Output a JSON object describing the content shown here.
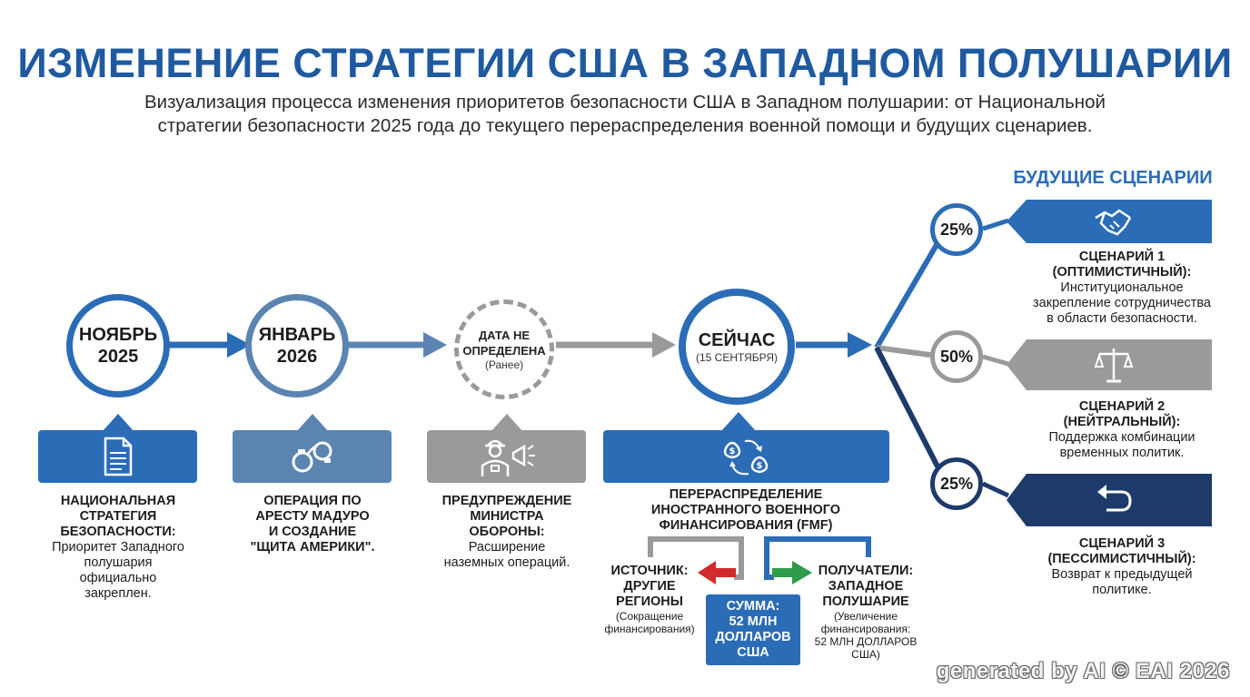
{
  "title": "ИЗМЕНЕНИЕ СТРАТЕГИИ США В ЗАПАДНОМ ПОЛУШАРИИ",
  "subtitle_line1": "Визуализация процесса изменения приоритетов безопасности США в Западном полушарии: от Национальной",
  "subtitle_line2": "стратегии безопасности 2025 года до текущего перераспределения военной помощи и будущих сценариев.",
  "future_heading": "БУДУЩИЕ СЦЕНАРИИ",
  "colors": {
    "blue": "#2b6cb6",
    "steel": "#5b84b1",
    "gray": "#9a9a9a",
    "navy": "#1e3a6b",
    "green": "#2e9b48",
    "red": "#d12b2b"
  },
  "timeline": [
    {
      "line1": "НОЯБРЬ",
      "line2": "2025",
      "icon": "document-icon",
      "desc_bold": [
        "НАЦИОНАЛЬНАЯ",
        "СТРАТЕГИЯ",
        "БЕЗОПАСНОСТИ:"
      ],
      "desc": [
        "Приоритет Западного",
        "полушария",
        "официально",
        "закреплен."
      ]
    },
    {
      "line1": "ЯНВАРЬ",
      "line2": "2026",
      "icon": "handcuffs-icon",
      "desc_bold": [
        "ОПЕРАЦИЯ ПО",
        "АРЕСТУ МАДУРО",
        "И СОЗДАНИЕ",
        "\"ЩИТА АМЕРИКИ\"."
      ],
      "desc": []
    },
    {
      "line1": "ДАТА НЕ",
      "line2": "ОПРЕДЕЛЕНА",
      "line3": "(Ранее)",
      "icon": "soldier-megaphone-icon",
      "desc_bold": [
        "ПРЕДУПРЕЖДЕНИЕ",
        "МИНИСТРА",
        "ОБОРОНЫ:"
      ],
      "desc": [
        "Расширение",
        "наземных операций."
      ]
    },
    {
      "line1": "СЕЙЧАС",
      "line2": "(15 СЕНТЯБРЯ)",
      "icon": "money-transfer-icon",
      "desc_bold": [
        "ПЕРЕРАСПРЕДЕЛЕНИЕ",
        "ИНОСТРАННОГО ВОЕННОГО",
        "ФИНАНСИРОВАНИЯ (FMF)"
      ],
      "desc": []
    }
  ],
  "fmf": {
    "source_bold": [
      "ИСТОЧНИК:",
      "ДРУГИЕ",
      "РЕГИОНЫ"
    ],
    "source_note": [
      "(Сокращение",
      "финансирования)"
    ],
    "sum": [
      "СУММА:",
      "52 МЛН",
      "ДОЛЛАРОВ",
      "США"
    ],
    "recipients_bold": [
      "ПОЛУЧАТЕЛИ:",
      "ЗАПАДНОЕ",
      "ПОЛУШАРИЕ"
    ],
    "recipients_note": [
      "(Увеличение",
      "финансирования:",
      "52 МЛН ДОЛЛАРОВ",
      "США)"
    ]
  },
  "scenarios": [
    {
      "percent": "25%",
      "icon": "handshake-icon",
      "title": [
        "СЦЕНАРИЙ 1",
        "(ОПТИМИСТИЧНЫЙ):"
      ],
      "desc": [
        "Институциональное",
        "закрепление сотрудничества",
        "в области безопасности."
      ]
    },
    {
      "percent": "50%",
      "icon": "scales-icon",
      "title": [
        "СЦЕНАРИЙ 2",
        "(НЕЙТРАЛЬНЫЙ):"
      ],
      "desc": [
        "Поддержка комбинации",
        "временных политик."
      ]
    },
    {
      "percent": "25%",
      "icon": "return-arrow-icon",
      "title": [
        "СЦЕНАРИЙ 3",
        "(ПЕССИМИСТИЧНЫЙ):"
      ],
      "desc": [
        "Возврат к предыдущей",
        "политике."
      ]
    }
  ],
  "watermark": "generated by AI © EAI 2026"
}
